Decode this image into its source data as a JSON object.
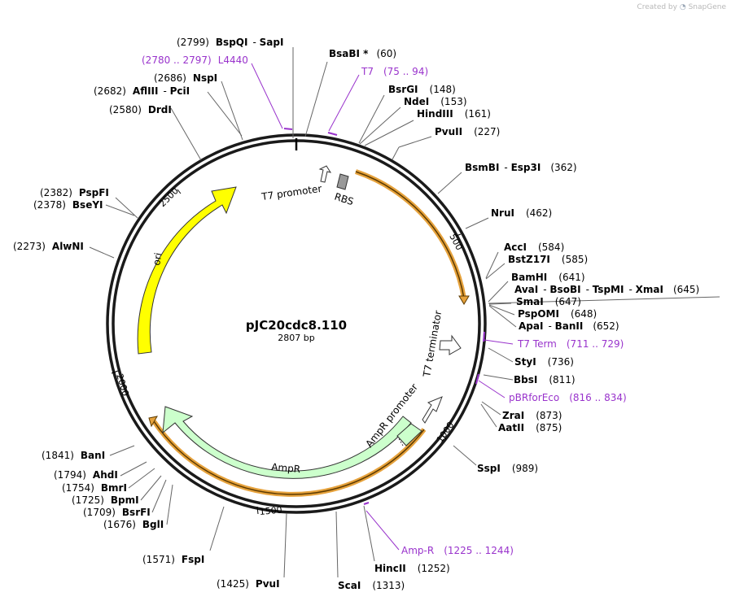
{
  "watermark": {
    "prefix": "Created by",
    "brand": "SnapGene"
  },
  "plasmid": {
    "name": "pJC20cdc8.110",
    "size_label": "2807 bp"
  },
  "ticks": [
    "500",
    "1000",
    "1500",
    "2000",
    "2500"
  ],
  "features": {
    "t7_promoter": "T7 promoter",
    "rbs": "RBS",
    "t7_terminator": "T7 terminator",
    "ampr_promoter": "AmpR promoter",
    "ampr": "AmpR",
    "ori": "ori"
  },
  "colors": {
    "ori": "#ffff00",
    "ampr": "#ccffcc",
    "orf": "#ffcc66",
    "primer": "#9933cc",
    "rbs": "#999999"
  },
  "sites": [
    {
      "pos": "(2799)",
      "names": [
        "BspQI",
        "SapI"
      ]
    },
    {
      "pos": "(2686)",
      "names": [
        "NspI"
      ]
    },
    {
      "pos": "(2682)",
      "names": [
        "AflIII",
        "PciI"
      ]
    },
    {
      "pos": "(2580)",
      "names": [
        "DrdI"
      ]
    },
    {
      "pos": "(2382)",
      "names": [
        "PspFI"
      ]
    },
    {
      "pos": "(2378)",
      "names": [
        "BseYI"
      ]
    },
    {
      "pos": "(2273)",
      "names": [
        "AlwNI"
      ]
    },
    {
      "pos": "(1841)",
      "names": [
        "BanI"
      ]
    },
    {
      "pos": "(1794)",
      "names": [
        "AhdI"
      ]
    },
    {
      "pos": "(1754)",
      "names": [
        "BmrI"
      ]
    },
    {
      "pos": "(1725)",
      "names": [
        "BpmI"
      ]
    },
    {
      "pos": "(1709)",
      "names": [
        "BsrFI"
      ]
    },
    {
      "pos": "(1676)",
      "names": [
        "BglI"
      ]
    },
    {
      "pos": "(1571)",
      "names": [
        "FspI"
      ]
    },
    {
      "pos": "(1425)",
      "names": [
        "PvuI"
      ]
    },
    {
      "pos": "(1313)",
      "names": [
        "ScaI"
      ]
    },
    {
      "pos": "(1252)",
      "names": [
        "HincII"
      ]
    },
    {
      "pos": "(60)",
      "names": [
        "BsaBI *"
      ]
    },
    {
      "pos": "(148)",
      "names": [
        "BsrGI"
      ]
    },
    {
      "pos": "(153)",
      "names": [
        "NdeI"
      ]
    },
    {
      "pos": "(161)",
      "names": [
        "HindIII"
      ]
    },
    {
      "pos": "(227)",
      "names": [
        "PvuII"
      ]
    },
    {
      "pos": "(362)",
      "names": [
        "BsmBI",
        "Esp3I"
      ]
    },
    {
      "pos": "(462)",
      "names": [
        "NruI"
      ]
    },
    {
      "pos": "(584)",
      "names": [
        "AccI"
      ]
    },
    {
      "pos": "(585)",
      "names": [
        "BstZ17I"
      ]
    },
    {
      "pos": "(641)",
      "names": [
        "BamHI"
      ]
    },
    {
      "pos": "(645)",
      "names": [
        "AvaI",
        "BsoBI",
        "TspMI",
        "XmaI"
      ]
    },
    {
      "pos": "(647)",
      "names": [
        "SmaI"
      ]
    },
    {
      "pos": "(648)",
      "names": [
        "PspOMI"
      ]
    },
    {
      "pos": "(652)",
      "names": [
        "ApaI",
        "BanII"
      ]
    },
    {
      "pos": "(736)",
      "names": [
        "StyI"
      ]
    },
    {
      "pos": "(811)",
      "names": [
        "BbsI"
      ]
    },
    {
      "pos": "(873)",
      "names": [
        "ZraI"
      ]
    },
    {
      "pos": "(875)",
      "names": [
        "AatII"
      ]
    },
    {
      "pos": "(989)",
      "names": [
        "SspI"
      ]
    }
  ],
  "primers": [
    {
      "name": "L4440",
      "range": "(2780 .. 2797)"
    },
    {
      "name": "T7",
      "range": "(75 .. 94)"
    },
    {
      "name": "T7 Term",
      "range": "(711 .. 729)"
    },
    {
      "name": "pBRforEco",
      "range": "(816 .. 834)"
    },
    {
      "name": "Amp-R",
      "range": "(1225 .. 1244)"
    }
  ]
}
